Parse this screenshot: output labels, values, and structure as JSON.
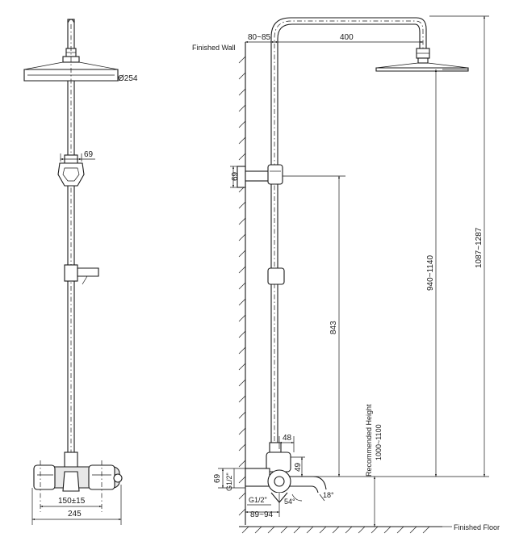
{
  "front_view": {
    "head_diameter": "Ø254",
    "holder_width": "69",
    "inlet_spacing": "150±15",
    "valve_width": "245"
  },
  "side_view": {
    "wall_label": "Finished Wall",
    "floor_label": "Finished Floor",
    "wall_offset": "80~85",
    "arm_length": "400",
    "bracket_height": "69",
    "bracket_height_from_inlet": "843",
    "head_height_from_inlet": "940~1140",
    "overall_height": "1087~1287",
    "recommended_height_label": "Recommended Height",
    "recommended_height_value": "1000~1100",
    "outlet_offset": "48",
    "spout_height": "49",
    "valve_height": "69",
    "inlet_thread_a": "G1/2\"",
    "inlet_thread_b": "G1/2\"",
    "spout_angle_a": "54°",
    "spout_angle_b": "18°",
    "valve_projection": "89~94"
  }
}
